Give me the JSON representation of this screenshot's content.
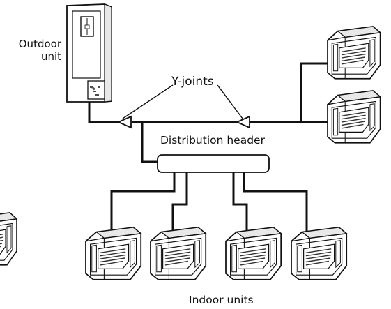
{
  "labels": {
    "outdoor_line1": "Outdoor",
    "outdoor_line2": "unit",
    "yjoints": "Y-joints",
    "distribution_header": "Distribution header",
    "indoor_units": "Indoor units"
  },
  "colors": {
    "line": "#111111",
    "unit_fill": "#ffffff",
    "grille": "#333333",
    "panel_shade": "#e8e8e8"
  },
  "icons": {
    "outdoor": "outdoor-unit-icon",
    "indoor": "ceiling-cassette-indoor-unit-icon",
    "joint": "y-joint-icon",
    "header": "distribution-header-icon"
  }
}
